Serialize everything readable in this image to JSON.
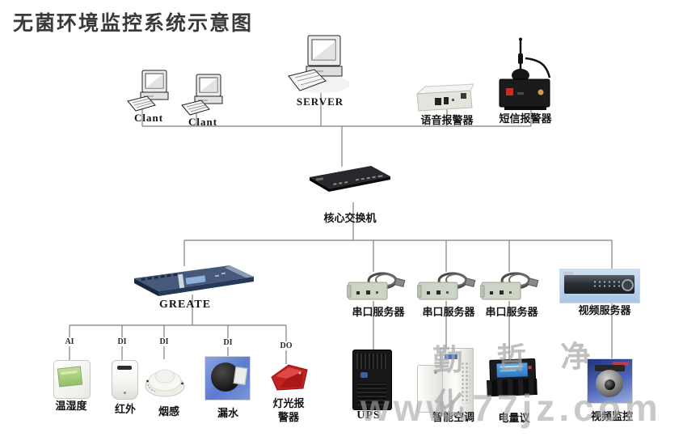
{
  "title": "无菌环境监控系统示意图",
  "watermark": {
    "brand": "勤哲净化",
    "url": "www.77jz.com"
  },
  "top_row": {
    "client1": "Clant",
    "client2": "Clant",
    "server": "SERVER",
    "voice_alarm": "语音报警器",
    "sms_alarm": "短信报警器"
  },
  "core_switch": "核心交换机",
  "mid_row": {
    "greate": "GREATE",
    "serial1": "串口服务器",
    "serial2": "串口服务器",
    "serial3": "串口服务器",
    "video_server": "视频服务器"
  },
  "io_labels": {
    "ai": "AI",
    "di1": "DI",
    "di2": "DI",
    "di3": "DI",
    "do": "DO"
  },
  "sensors": {
    "temp_humidity": "温湿度",
    "infrared": "红外",
    "smoke": "烟感",
    "water_leak": "漏水",
    "light_alarm_line1": "灯光报",
    "light_alarm_line2": "警器"
  },
  "bottom_row": {
    "ups": "UPS",
    "smart_ac": "智能空调",
    "power_meter": "电量议",
    "video_monitor": "视频监控"
  },
  "colors": {
    "line_gray": "#7f7f7f",
    "watermark_gray": "#a8a8a8",
    "greate_navy": "#243a58",
    "alarm_red": "#c32222",
    "photo_blue": "#5b7bd0"
  }
}
